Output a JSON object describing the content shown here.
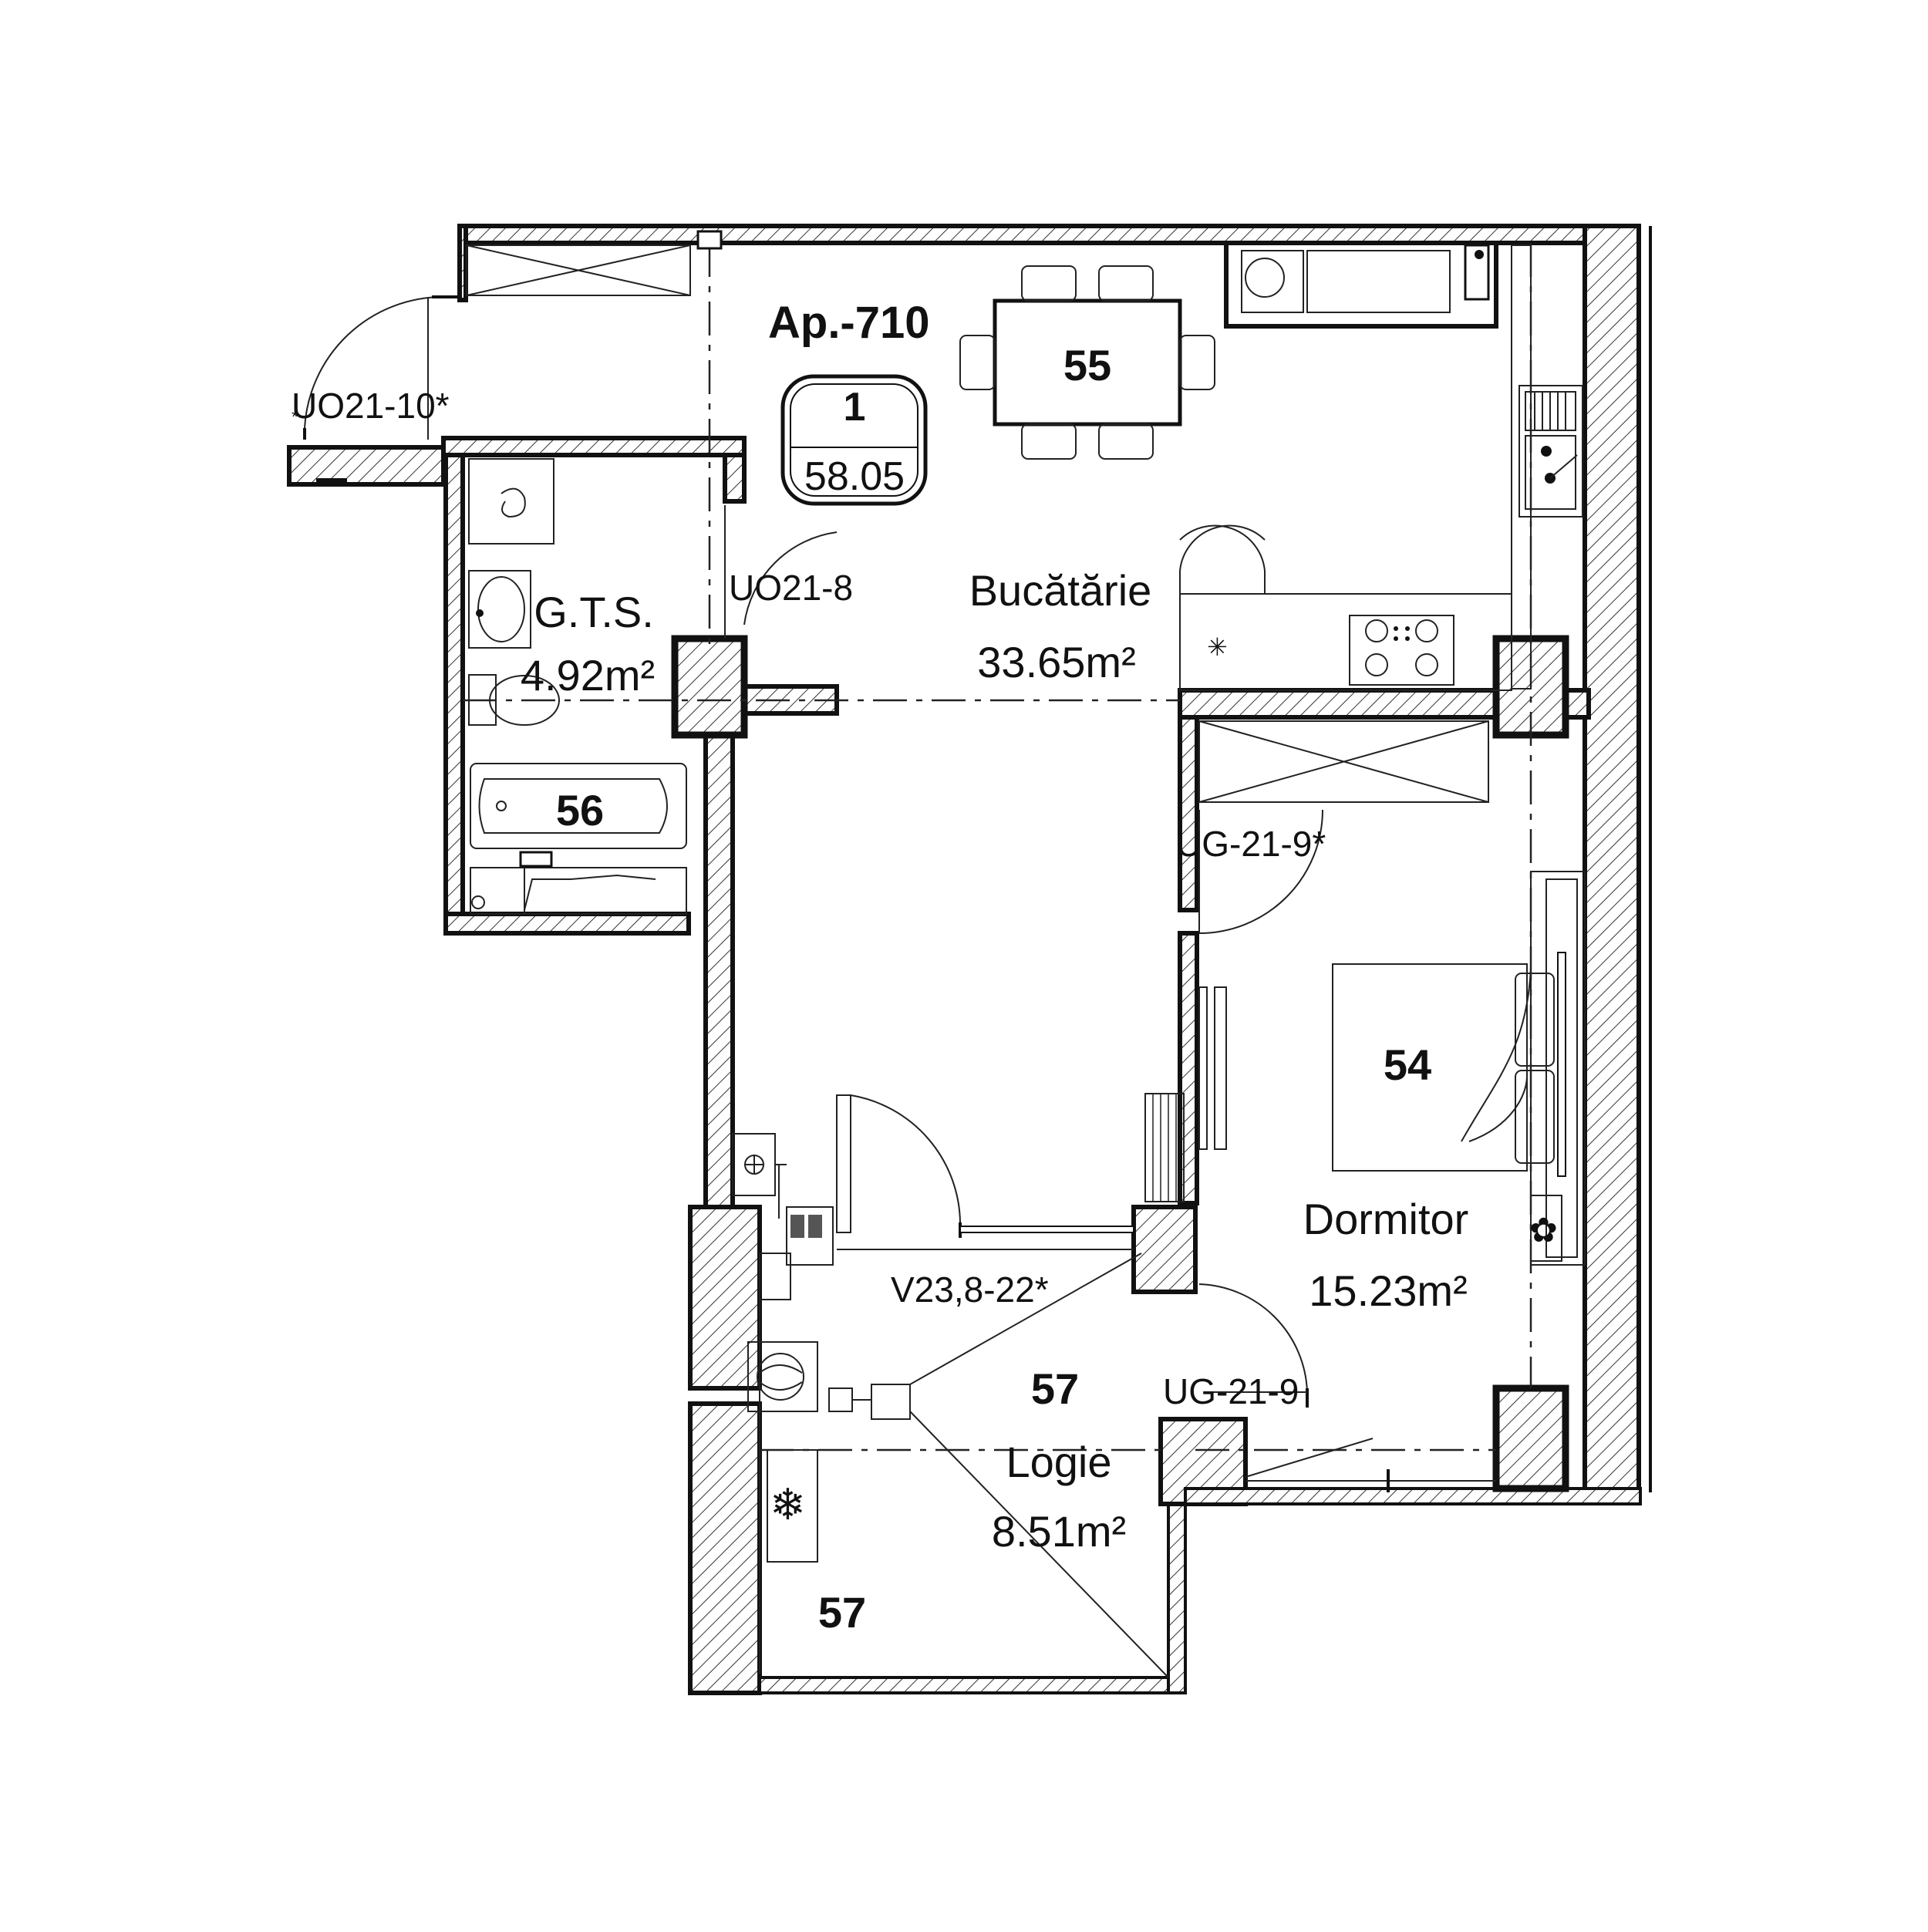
{
  "apartment": {
    "name": "Ap.-710",
    "rooms_count": "1",
    "total_area": "58.05"
  },
  "rooms": {
    "kitchen": {
      "name": "Bucătărie",
      "area": "33.65m²",
      "furniture_no": "55"
    },
    "bathroom": {
      "name": "G.T.S.",
      "area": "4.92m²",
      "furniture_no": "56"
    },
    "bedroom": {
      "name": "Dormitor",
      "area": "15.23m²",
      "furniture_no": "54"
    },
    "loggia": {
      "name": "Logie",
      "area": "8.51m²",
      "furniture_no": "57",
      "furniture_no_2": "57"
    }
  },
  "openings": {
    "entry_door": "UO21-10*",
    "bath_door": "UO21-8",
    "bedroom_door": "UG-21-9*",
    "loggia_window": "V23,8-22*",
    "bedroom_balcony_door": "UG-21-9"
  },
  "icons": {
    "fan": "fan-icon",
    "snowflake": "snowflake-icon",
    "flower": "flower-icon",
    "hob": "hob-icon"
  }
}
